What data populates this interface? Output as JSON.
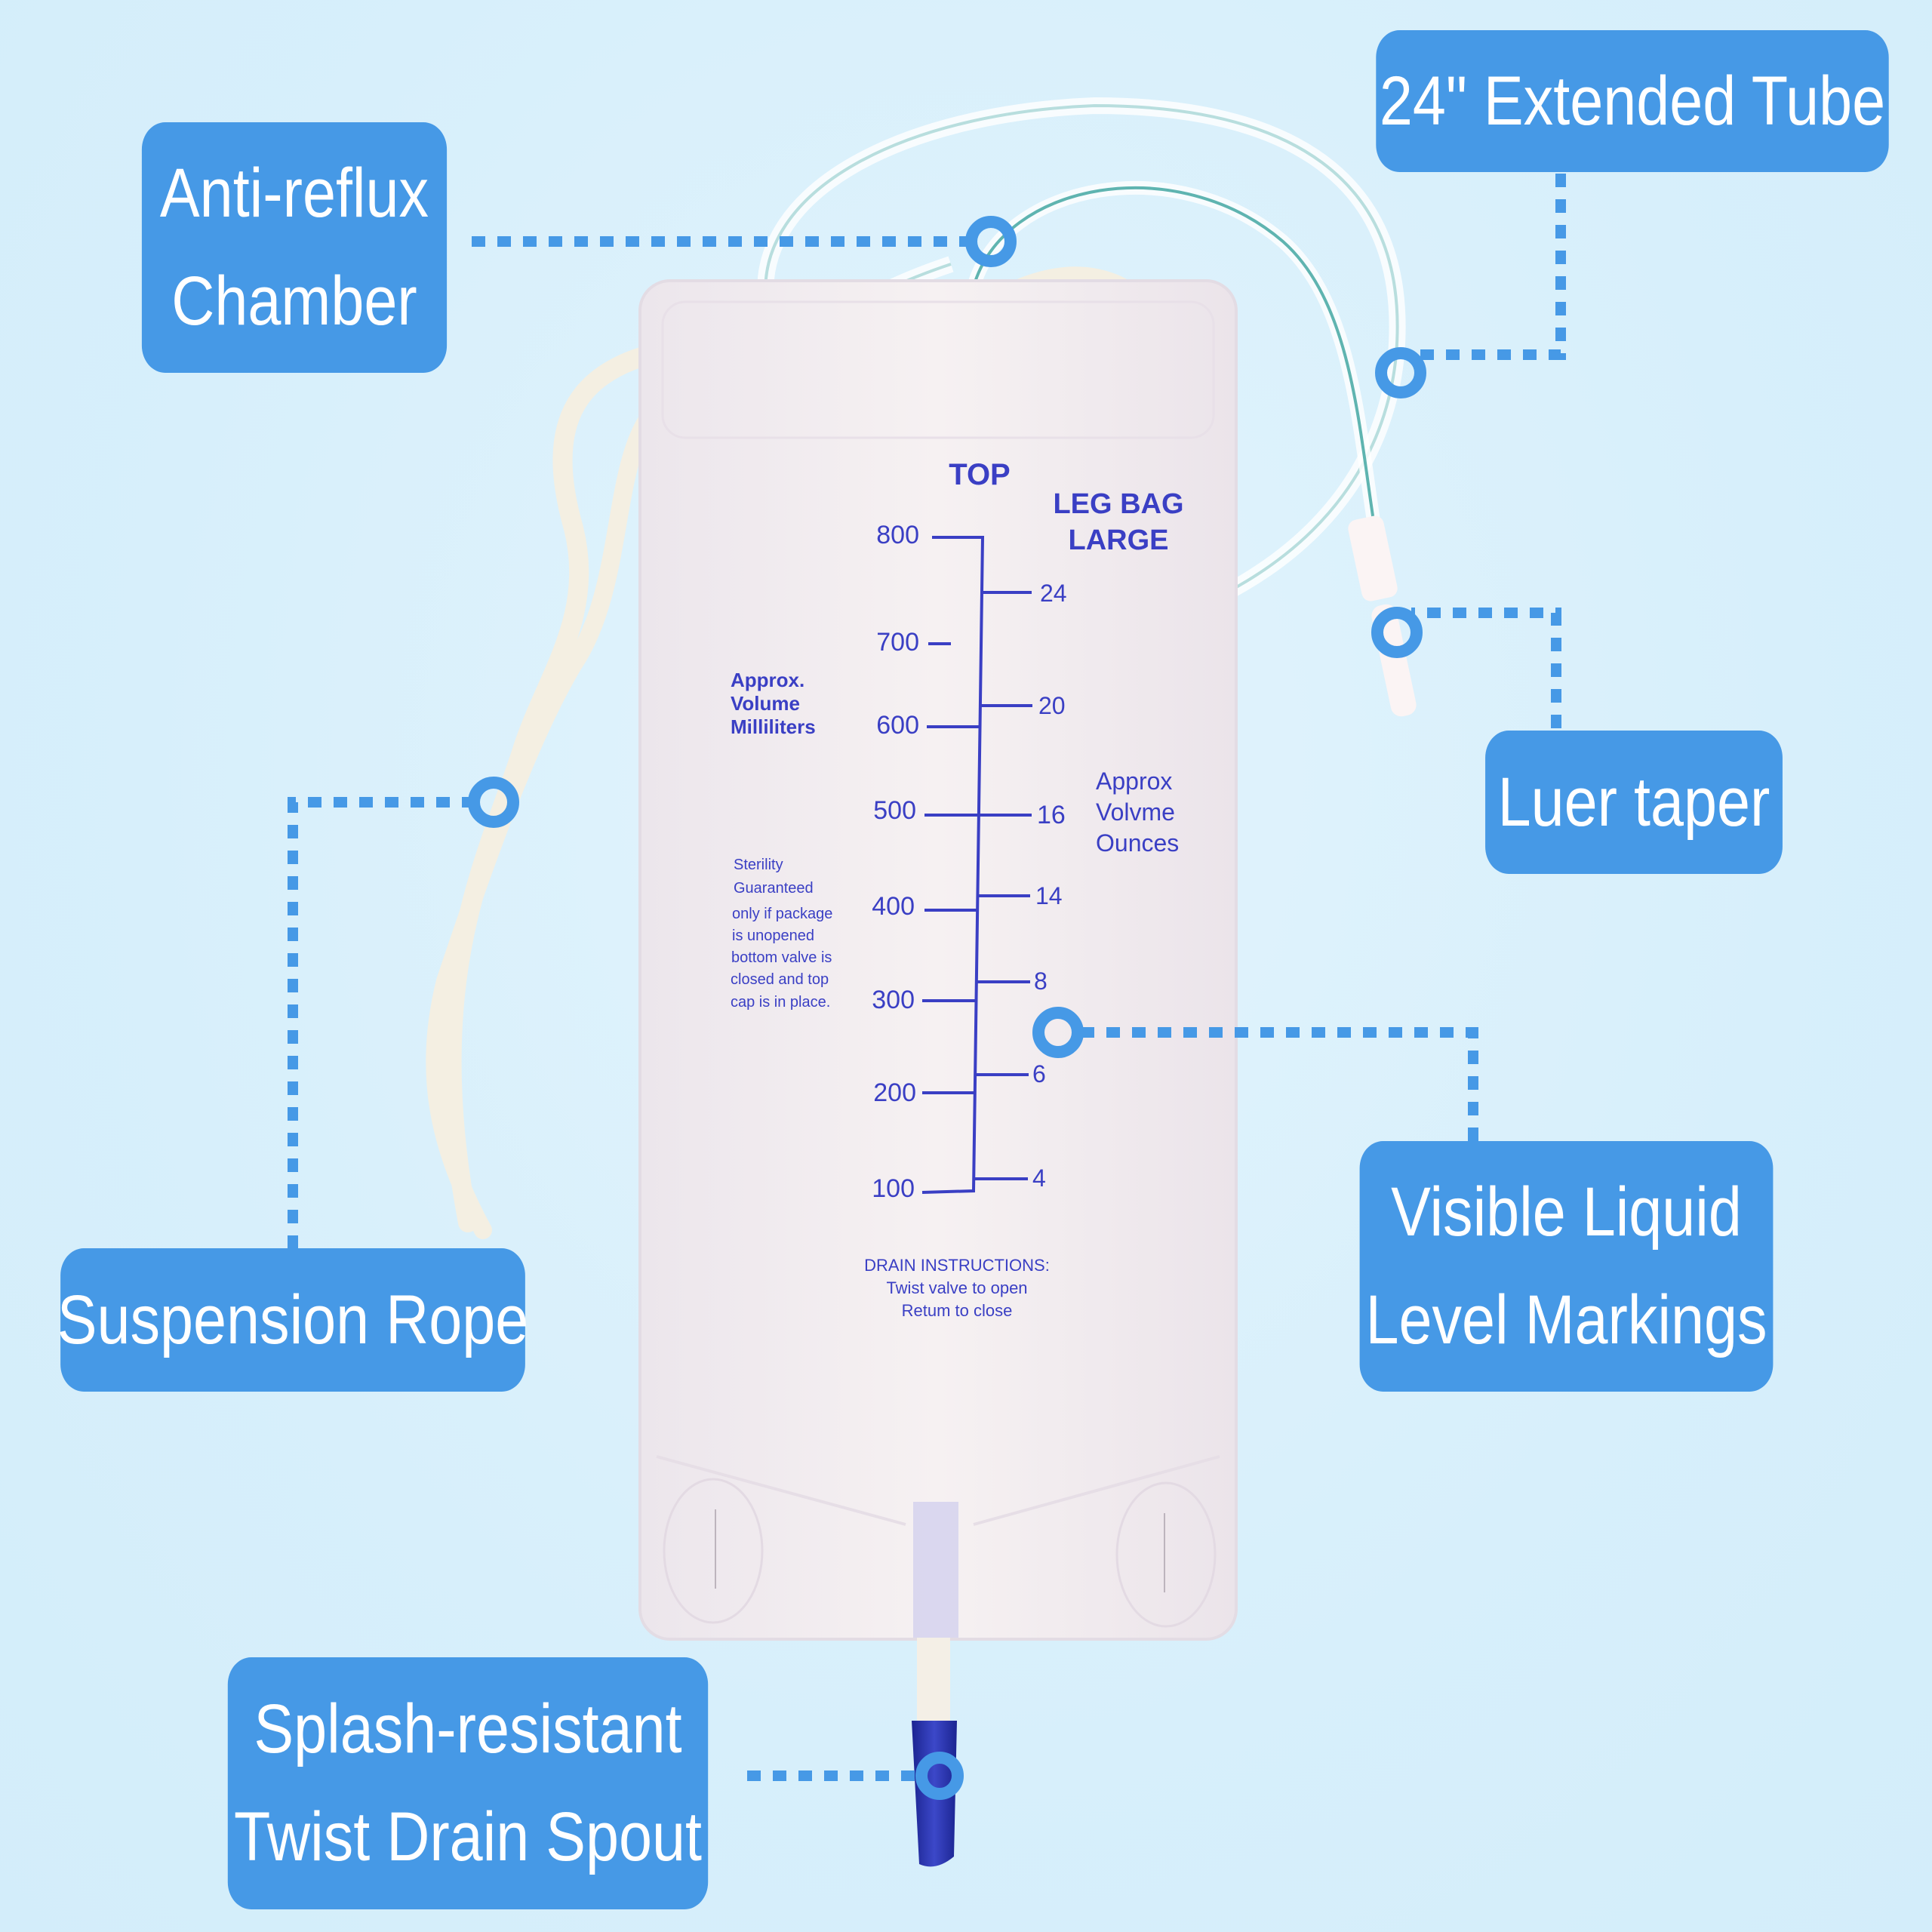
{
  "colors": {
    "callout_bg": "#4699e6",
    "callout_text": "#ffffff",
    "connector": "#4699e6",
    "print_ink": "#3a3fc4",
    "spout_cap": "#2530a8",
    "background": "#d8f0fb"
  },
  "callouts": {
    "anti_reflux": {
      "line1": "Anti-reflux",
      "line2": "Chamber"
    },
    "extended_tube": {
      "line1": "24\" Extended Tube"
    },
    "luer_taper": {
      "line1": "Luer taper"
    },
    "suspension_rope": {
      "line1": "Suspension Rope"
    },
    "liquid_level": {
      "line1": "Visible Liquid",
      "line2": "Level Markings"
    },
    "drain_spout": {
      "line1": "Splash-resistant",
      "line2": "Twist Drain Spout"
    }
  },
  "bag": {
    "top_label": "TOP",
    "product_line1": "LEG BAG",
    "product_line2": "LARGE",
    "ml_caption": [
      "Approx.",
      "Volume",
      "Milliliters"
    ],
    "oz_caption": [
      "Approx",
      "Volvme",
      "Ounces"
    ],
    "ml_marks": [
      "800",
      "700",
      "600",
      "500",
      "400",
      "300",
      "200",
      "100"
    ],
    "oz_marks": [
      "24",
      "20",
      "16",
      "14",
      "8",
      "6",
      "4"
    ],
    "sterility_note": [
      "Sterility",
      "Guaranteed",
      "only if package",
      "is unopened",
      "bottom valve is",
      "closed and top",
      "cap is in place."
    ],
    "drain_instructions": [
      "DRAIN INSTRUCTIONS:",
      "Twist valve to open",
      "Retum to close"
    ]
  }
}
